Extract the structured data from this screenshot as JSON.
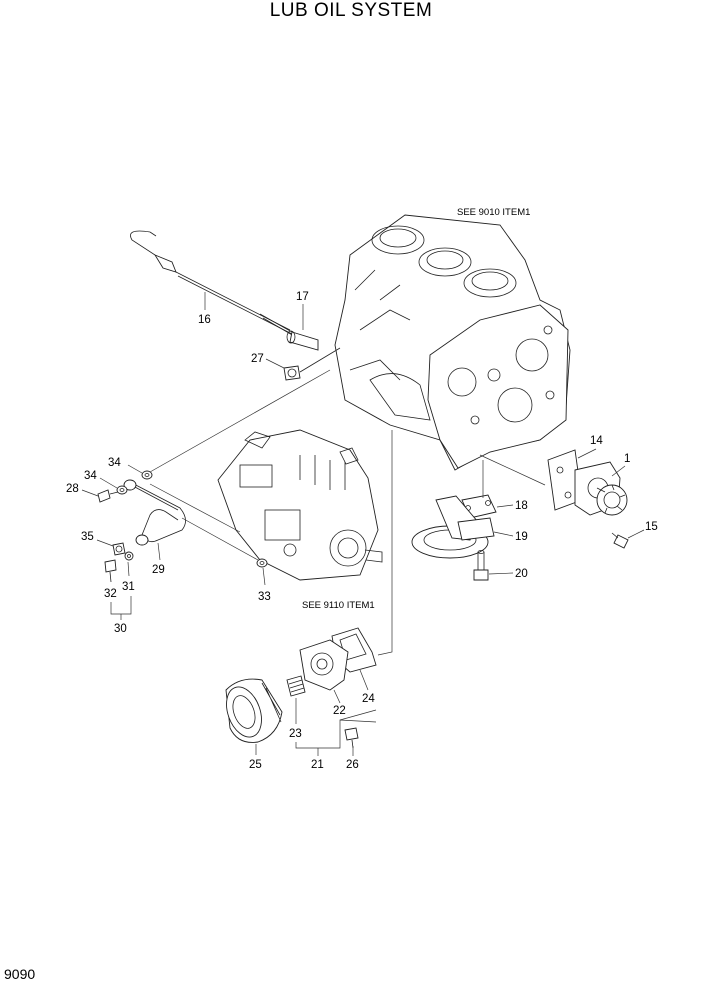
{
  "title": "LUB OIL SYSTEM",
  "page_code": "9090",
  "references": {
    "block": "SEE 9010 ITEM1",
    "pump": "SEE 9110 ITEM1"
  },
  "labels": {
    "p1": "1",
    "p14": "14",
    "p15": "15",
    "p16": "16",
    "p17": "17",
    "p18": "18",
    "p19": "19",
    "p20": "20",
    "p21": "21",
    "p22": "22",
    "p23": "23",
    "p24": "24",
    "p25": "25",
    "p26": "26",
    "p27": "27",
    "p28": "28",
    "p29": "29",
    "p30": "30",
    "p31": "31",
    "p32": "32",
    "p33": "33",
    "p34a": "34",
    "p34b": "34",
    "p35": "35"
  }
}
